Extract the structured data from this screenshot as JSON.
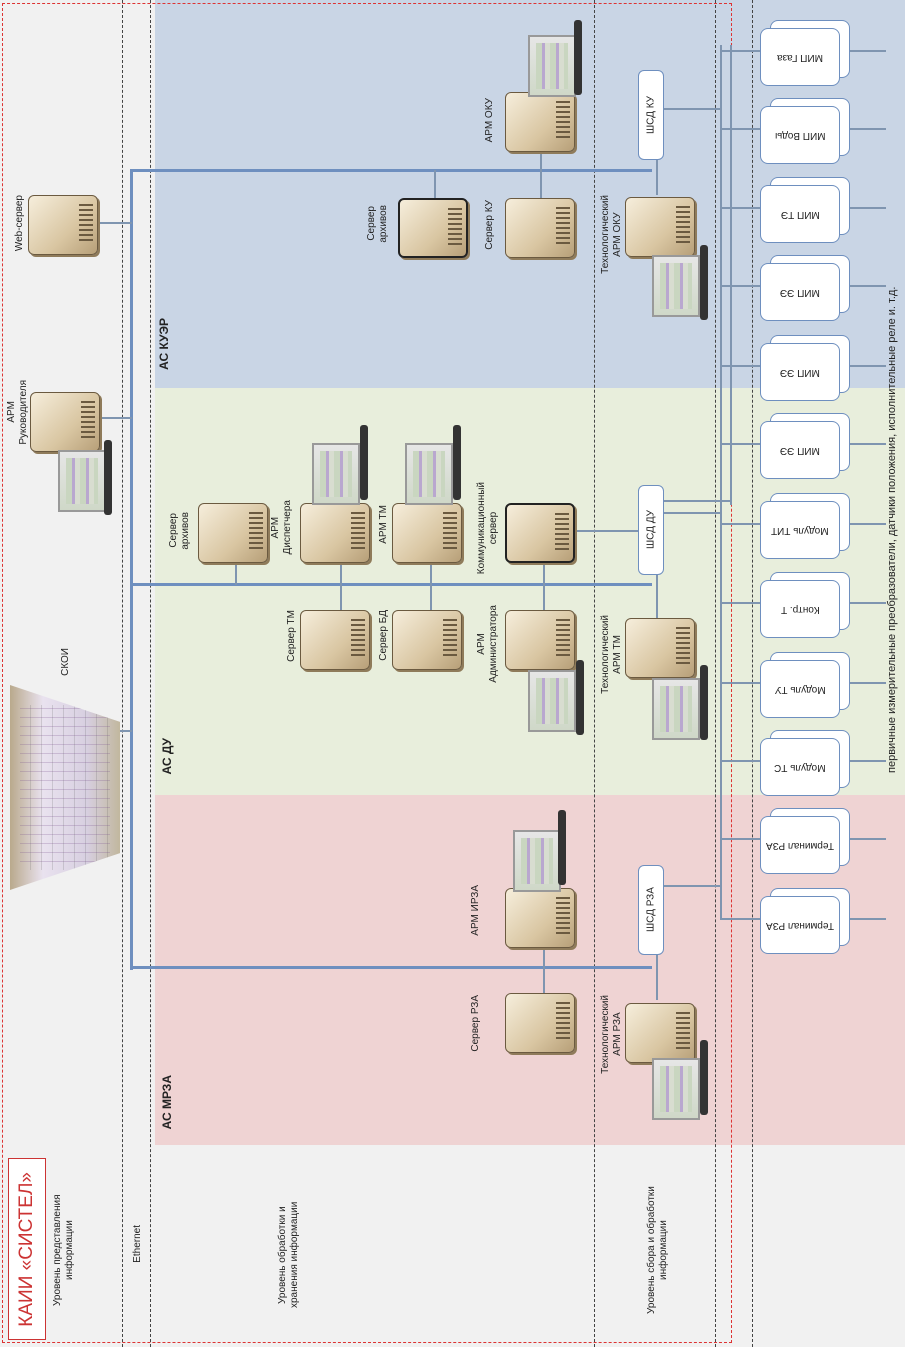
{
  "title": "КАИИ «СИСТЕЛ»",
  "levels": {
    "presentation": "Уровень представления информации",
    "ethernet": "Ethernet",
    "processing": "Уровень обработки и хранения информации",
    "collection": "Уровень сбора и обработки информации"
  },
  "zones": {
    "kuer": "АС КУЭР",
    "du": "АС ДУ",
    "mrza": "АС МРЗА"
  },
  "nodes": {
    "web": "Web-сервер",
    "arm_ruk_1": "АРМ",
    "arm_ruk_2": "Руководителя",
    "skoi": "СКОИ",
    "arch_kuer_1": "Сервер",
    "arch_kuer_2": "архивов",
    "srv_ku": "Сервер КУ",
    "arm_oku": "АРМ ОКУ",
    "tech_oku_1": "Технологический",
    "tech_oku_2": "АРМ ОКУ",
    "arch_du_1": "Сервер",
    "arch_du_2": "архивов",
    "arm_disp_1": "АРМ",
    "arm_disp_2": "Диспетчера",
    "arm_tm": "АРМ ТМ",
    "comm_1": "Коммуникационный",
    "comm_2": "сервер",
    "srv_tm": "Сервер ТМ",
    "srv_bd": "Сервер БД",
    "arm_adm_1": "АРМ",
    "arm_adm_2": "Администратора",
    "tech_tm_1": "Технологический",
    "tech_tm_2": "АРМ ТМ",
    "arm_irza": "АРМ ИРЗА",
    "srv_rza": "Сервер РЗА",
    "tech_rza_1": "Технологический",
    "tech_rza_2": "АРМ РЗА"
  },
  "shsd": {
    "ku": "ШСД КУ",
    "du": "ШСД ДУ",
    "rza": "ШСД РЗА"
  },
  "devices": [
    "МИП Газа",
    "МИП Воды",
    "МИП ТЭ",
    "МИП ЭЭ",
    "МИП ЭЭ",
    "МИП ЭЭ",
    "Модуль ТИТ",
    "Контр. Т",
    "Модуль ТУ",
    "Модуль ТС",
    "Терминал РЗА",
    "Терминал РЗА"
  ],
  "field_note": "первичные измерительные преобразователи, датчики положения, исполнительные реле и. т.д.",
  "colors": {
    "kuer": "#c9d5e5",
    "du": "#e8eedc",
    "mrza": "#efd3d3",
    "bus": "#6e8fbf",
    "frame": "#dd3333"
  }
}
